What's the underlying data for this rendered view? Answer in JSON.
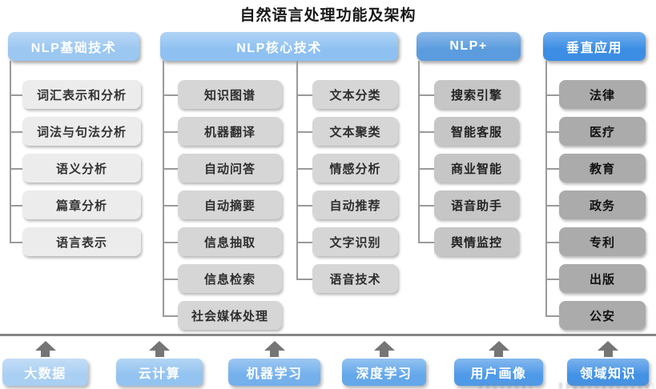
{
  "title": "自然语言处理功能及架构",
  "colors": {
    "title_text": "#1a1a1a",
    "header_text": "#ffffff",
    "connector": "#9a9a9a",
    "separator": "#868686",
    "arrow": "#757575",
    "foundation_text": "#ffffff"
  },
  "columns": [
    {
      "header": "NLP基础技术",
      "header_bg": "#9cc7f1",
      "item_bg": "#ececec",
      "item_text": "#333333",
      "subcols": [
        {
          "items": [
            "词汇表示和分析",
            "词法与句法分析",
            "语义分析",
            "篇章分析",
            "语言表示"
          ]
        }
      ]
    },
    {
      "header": "NLP核心技术",
      "header_bg": "#8ec1f1",
      "item_bg": "#d6d6d6",
      "item_text": "#2e2e2e",
      "subcols": [
        {
          "items": [
            "知识图谱",
            "机器翻译",
            "自动问答",
            "自动摘要",
            "信息抽取",
            "信息检索",
            "社会媒体处理"
          ]
        },
        {
          "items": [
            "文本分类",
            "文本聚类",
            "情感分析",
            "自动推荐",
            "文字识别",
            "语音技术"
          ]
        }
      ]
    },
    {
      "header": "NLP+",
      "header_bg": "#5b9cdf",
      "item_bg": "#c6c6c6",
      "item_text": "#222222",
      "subcols": [
        {
          "items": [
            "搜索引擎",
            "智能客服",
            "商业智能",
            "语音助手",
            "舆情监控"
          ]
        }
      ]
    },
    {
      "header": "垂直应用",
      "header_bg": "#3b8ee4",
      "item_bg": "#ababab",
      "item_text": "#111111",
      "subcols": [
        {
          "items": [
            "法律",
            "医疗",
            "教育",
            "政务",
            "专利",
            "出版",
            "公安"
          ]
        }
      ]
    }
  ],
  "foundation": [
    {
      "label": "大数据",
      "bg": "#a9cff3"
    },
    {
      "label": "云计算",
      "bg": "#93c3f0"
    },
    {
      "label": "机器学习",
      "bg": "#74b0ec"
    },
    {
      "label": "深度学习",
      "bg": "#64a8ea"
    },
    {
      "label": "用户画像",
      "bg": "#4f9ae8"
    },
    {
      "label": "领域知识",
      "bg": "#4392e5"
    }
  ]
}
